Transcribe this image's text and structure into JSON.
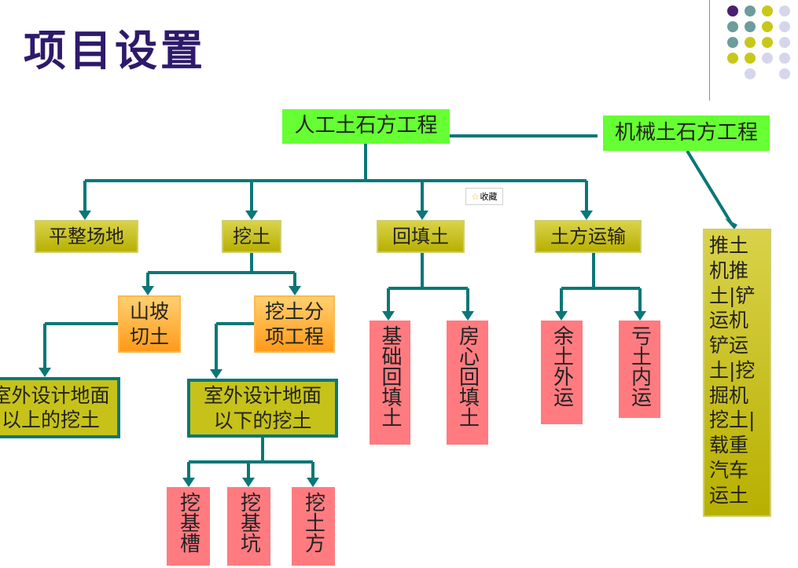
{
  "title": "项目设置",
  "nodes": {
    "manual": "人工土石方工程",
    "mechanical": "机械土石方工程",
    "leveling": "平整场地",
    "excavation": "挖土",
    "backfill": "回填土",
    "transport": "土方运输",
    "slope_cut": "山坡切土",
    "sub_excavation": "挖土分项工程",
    "above_ground": "室外设计地面以上的挖土",
    "below_ground": "室外设计地面以下的挖土",
    "foundation_backfill": "基础回填土",
    "room_backfill": "房心回填土",
    "surplus_out": "余土外运",
    "deficit_in": "亏土内运",
    "trench": "挖基槽",
    "pit": "挖基坑",
    "earthwork": "挖土方",
    "mech_detail": "推土机推土|铲运机铲运土|挖掘机挖土|载重汽车运土"
  },
  "favorite_label": "收藏",
  "decor_colors": {
    "purple": "#4b1f6f",
    "teal": "#6d9c9c",
    "olive": "#c9c719",
    "lavender": "#d6d6ea"
  },
  "line_color": "#0b7777"
}
